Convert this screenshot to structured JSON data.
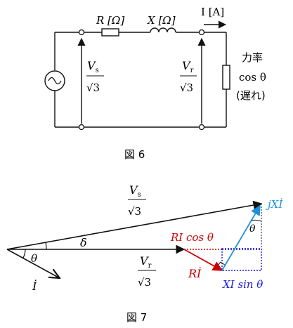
{
  "colors": {
    "black": "#111111",
    "red": "#cc0000",
    "blue": "#1a1adb",
    "cyan": "#1e90e0"
  },
  "fig6": {
    "caption": "図 6",
    "R_label": "R [Ω]",
    "X_label": "X [Ω]",
    "I_label": "I [A]",
    "Vs_num": "V",
    "Vs_sub": "s",
    "Vr_num": "V",
    "Vr_sub": "r",
    "denominator": "√3",
    "pf_line1": "力率",
    "pf_line2": "cos θ",
    "pf_line3": "(遅れ)"
  },
  "fig7": {
    "caption": "図 7",
    "Vs_num": "V",
    "Vs_sub": "s",
    "Vr_num": "V",
    "Vr_sub": "r",
    "denominator": "√3",
    "delta": "δ",
    "theta": "θ",
    "theta_right": "θ",
    "I_label": "İ",
    "RI_label": "Rİ",
    "RIcos_label": "RI cos θ",
    "jXI_label": "jXİ",
    "XIsin_label": "XI sin θ"
  }
}
